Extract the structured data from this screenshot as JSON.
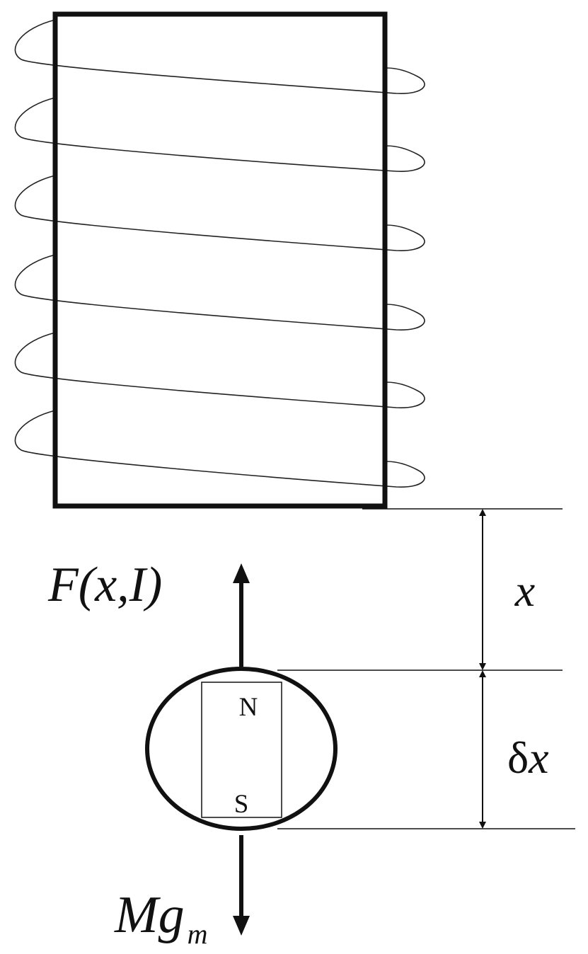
{
  "labels": {
    "force_up": "F(x,I)",
    "weight": {
      "base": "Mg",
      "subscript": "m"
    },
    "gap": "x",
    "delta": {
      "symbol": "δ",
      "var": "x"
    },
    "north": "N",
    "south": "S"
  },
  "colors": {
    "stroke": "#111111",
    "background": "#ffffff"
  }
}
